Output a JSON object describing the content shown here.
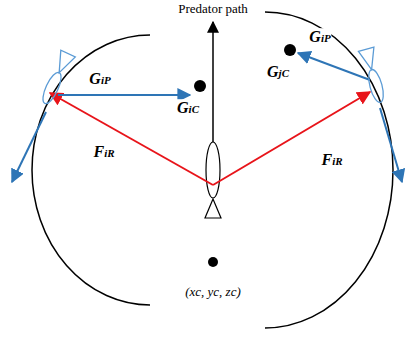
{
  "diagram": {
    "labels": [
      "Predator path",
      "GiP",
      "GjC",
      "GiP",
      "GiC",
      "FiR",
      "FiR",
      "(xc, yc, zc)"
    ]
  }
}
